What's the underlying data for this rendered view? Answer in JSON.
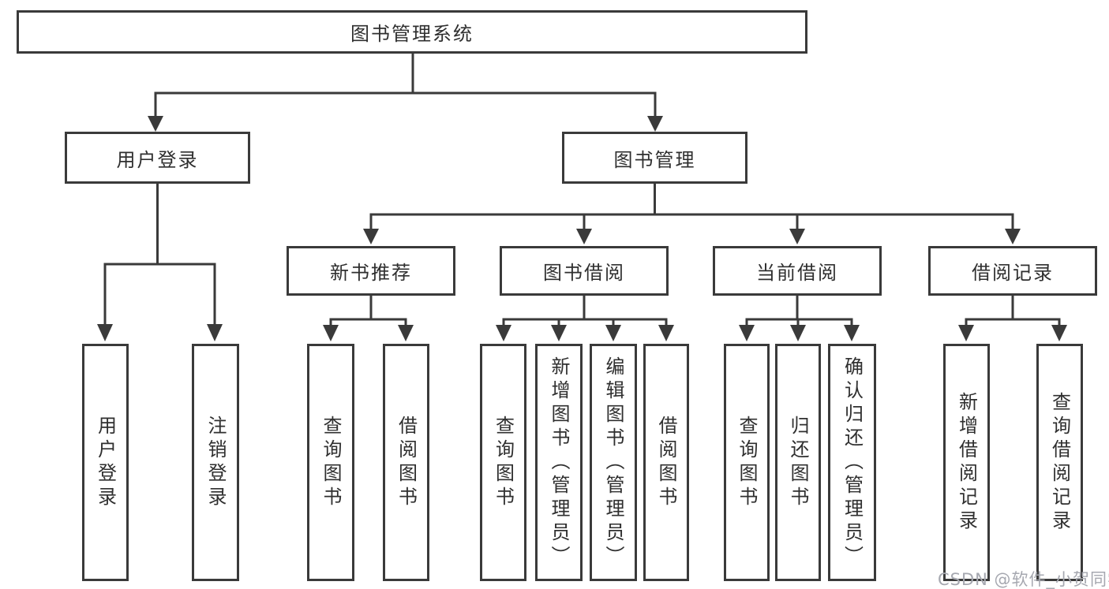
{
  "diagram_title": "图书管理系统",
  "tree": {
    "label": "图书管理系统",
    "children": [
      {
        "label": "用户登录",
        "children": [
          {
            "label": "用户登录"
          },
          {
            "label": "注销登录"
          }
        ]
      },
      {
        "label": "图书管理",
        "children": [
          {
            "label": "新书推荐",
            "children": [
              {
                "label": "查询图书"
              },
              {
                "label": "借阅图书"
              }
            ]
          },
          {
            "label": "图书借阅",
            "children": [
              {
                "label": "查询图书"
              },
              {
                "label": "新增图书（管理员）"
              },
              {
                "label": "编辑图书（管理员）"
              },
              {
                "label": "借阅图书"
              }
            ]
          },
          {
            "label": "当前借阅",
            "children": [
              {
                "label": "查询图书"
              },
              {
                "label": "归还图书"
              },
              {
                "label": "确认归还（管理员）"
              }
            ]
          },
          {
            "label": "借阅记录",
            "children": [
              {
                "label": "新增借阅记录"
              },
              {
                "label": "查询借阅记录"
              }
            ]
          }
        ]
      }
    ]
  },
  "watermark": "CSDN @软件_小贺同学",
  "colors": {
    "line": "#3a3a3a",
    "text": "#2f2f2f",
    "watermark": "#a6a8b0",
    "background": "#ffffff"
  }
}
